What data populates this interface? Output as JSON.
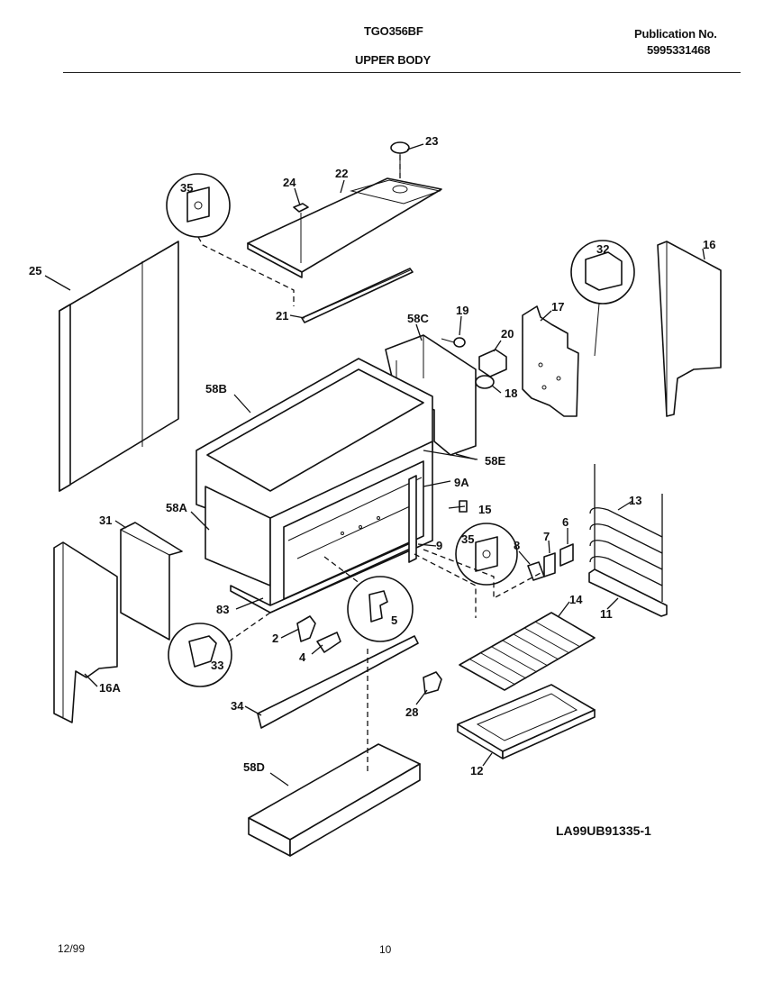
{
  "header": {
    "model": "TGO356BF",
    "section": "UPPER BODY",
    "publication_label": "Publication No.",
    "publication_number": "5995331468"
  },
  "footer": {
    "date": "12/99",
    "page": "10"
  },
  "diagram_id": "LA99UB91335-1",
  "callouts": [
    "35",
    "24",
    "22",
    "23",
    "25",
    "21",
    "58C",
    "19",
    "20",
    "17",
    "32",
    "16",
    "58B",
    "18",
    "58E",
    "9A",
    "15",
    "31",
    "58A",
    "13",
    "6",
    "35",
    "7",
    "8",
    "9",
    "83",
    "5",
    "2",
    "11",
    "14",
    "33",
    "4",
    "16A",
    "34",
    "28",
    "12",
    "58D"
  ]
}
